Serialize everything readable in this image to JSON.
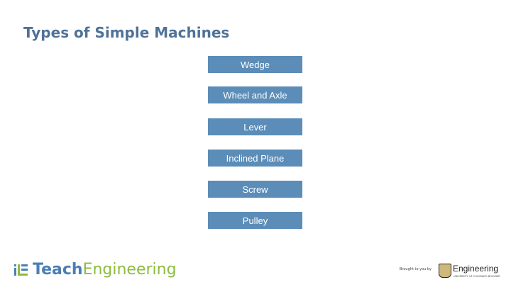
{
  "slide": {
    "title": "Types of Simple Machines",
    "items": [
      "Wedge",
      "Wheel and Axle",
      "Lever",
      "Inclined Plane",
      "Screw",
      "Pulley"
    ],
    "box_color": "#5b8db8"
  },
  "footer": {
    "logo_teach": "Teach",
    "logo_engineering": "Engineering",
    "brought_by": "Brought to you by",
    "partner_name": "Engineering",
    "partner_sub": "UNIVERSITY OF COLORADO BOULDER"
  }
}
